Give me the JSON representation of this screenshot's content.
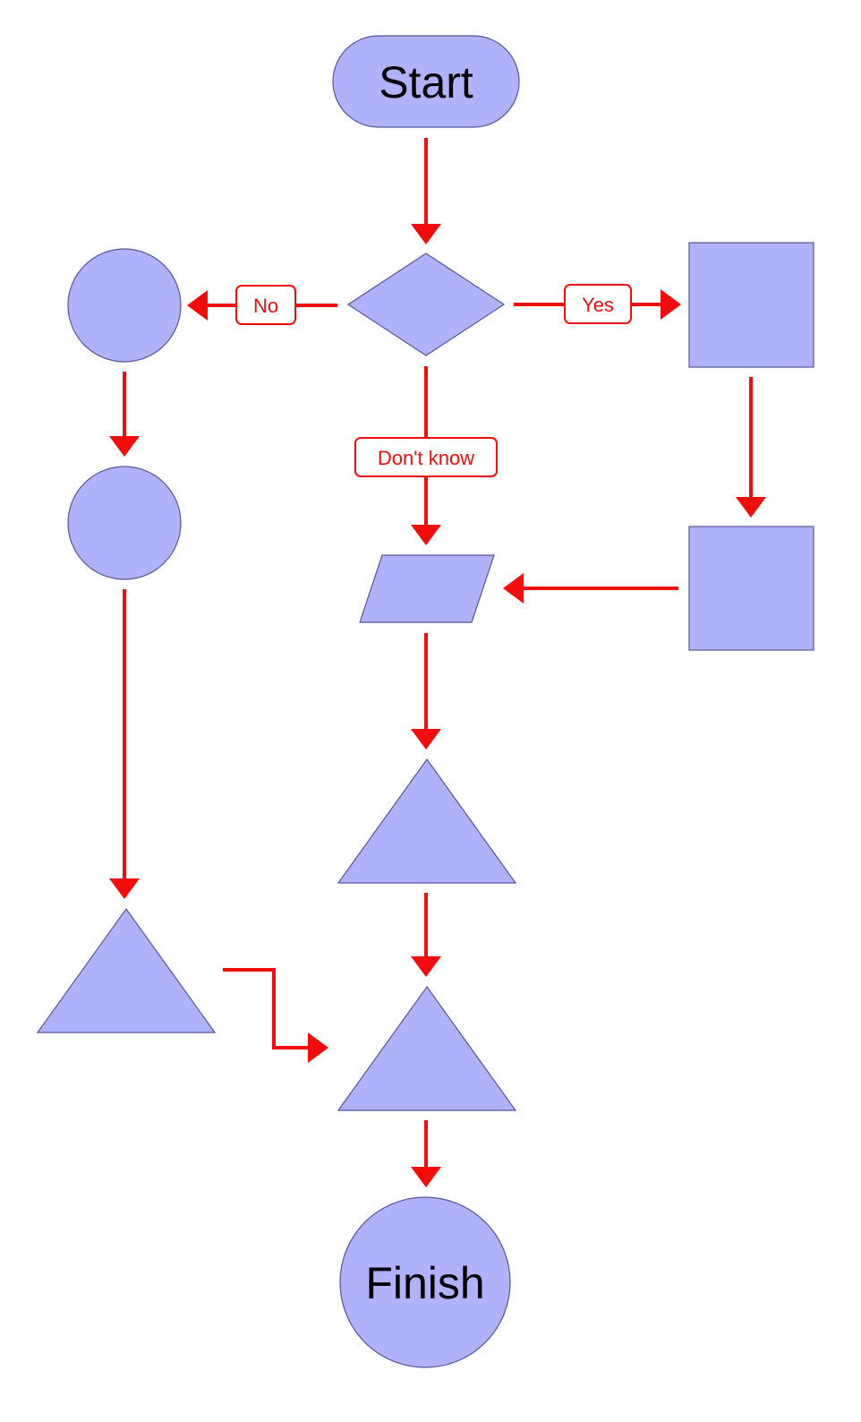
{
  "nodes": {
    "start": {
      "label": "Start",
      "shape": "rounded-rectangle"
    },
    "decision": {
      "label": "",
      "shape": "diamond"
    },
    "no_circle_1": {
      "label": "",
      "shape": "circle"
    },
    "no_circle_2": {
      "label": "",
      "shape": "circle"
    },
    "no_triangle": {
      "label": "",
      "shape": "triangle"
    },
    "yes_square_1": {
      "label": "",
      "shape": "square"
    },
    "yes_square_2": {
      "label": "",
      "shape": "square"
    },
    "parallelogram": {
      "label": "",
      "shape": "parallelogram"
    },
    "triangle_1": {
      "label": "",
      "shape": "triangle"
    },
    "triangle_2": {
      "label": "",
      "shape": "triangle"
    },
    "finish": {
      "label": "Finish",
      "shape": "circle"
    }
  },
  "edges": {
    "no": {
      "label": "No"
    },
    "yes": {
      "label": "Yes"
    },
    "dont_know": {
      "label": "Don't know"
    }
  },
  "colors": {
    "node_fill": "#b0b2fb",
    "node_stroke": "#55569a",
    "arrow": "#f20c0c"
  }
}
